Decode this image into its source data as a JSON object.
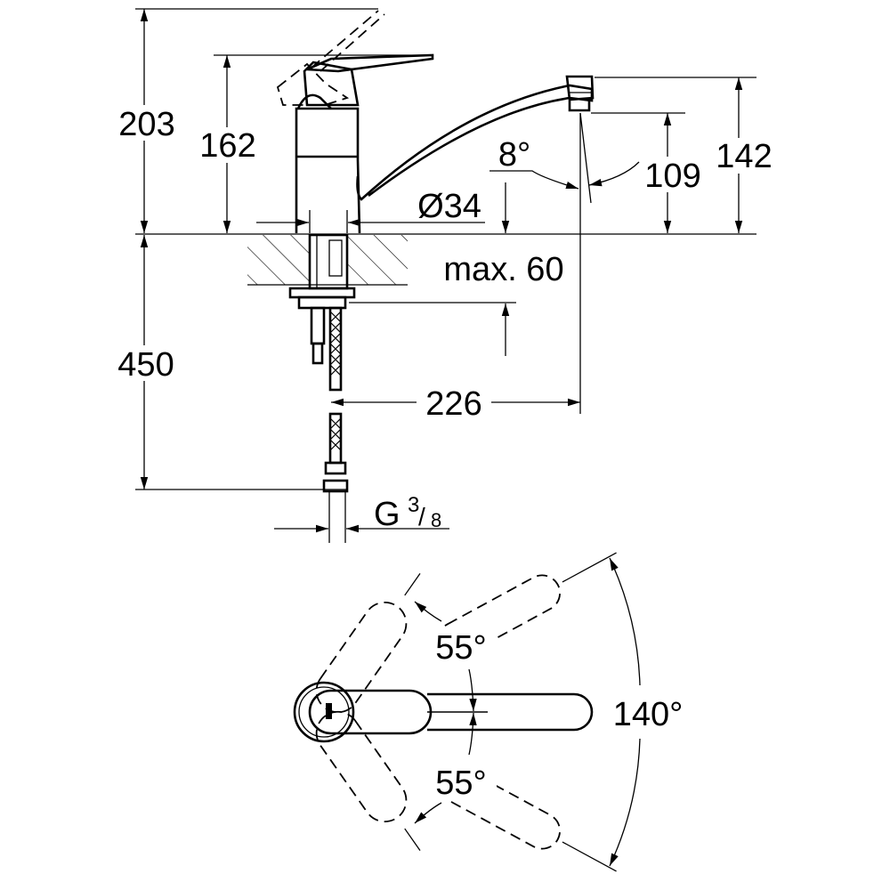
{
  "side_view": {
    "dim_total_height": "203",
    "dim_handle_height": "162",
    "dim_spout_height": "142",
    "dim_outlet_height": "109",
    "dim_spout_angle": "8°",
    "dim_base_diameter": "Ø34",
    "dim_counter_thickness": "max. 60",
    "dim_hose_length": "450",
    "dim_spout_reach": "226",
    "dim_connection_main": "G",
    "dim_connection_num": "3",
    "dim_connection_den": "8"
  },
  "top_view": {
    "angle_upper": "55°",
    "angle_lower": "55°",
    "angle_total": "140°"
  }
}
